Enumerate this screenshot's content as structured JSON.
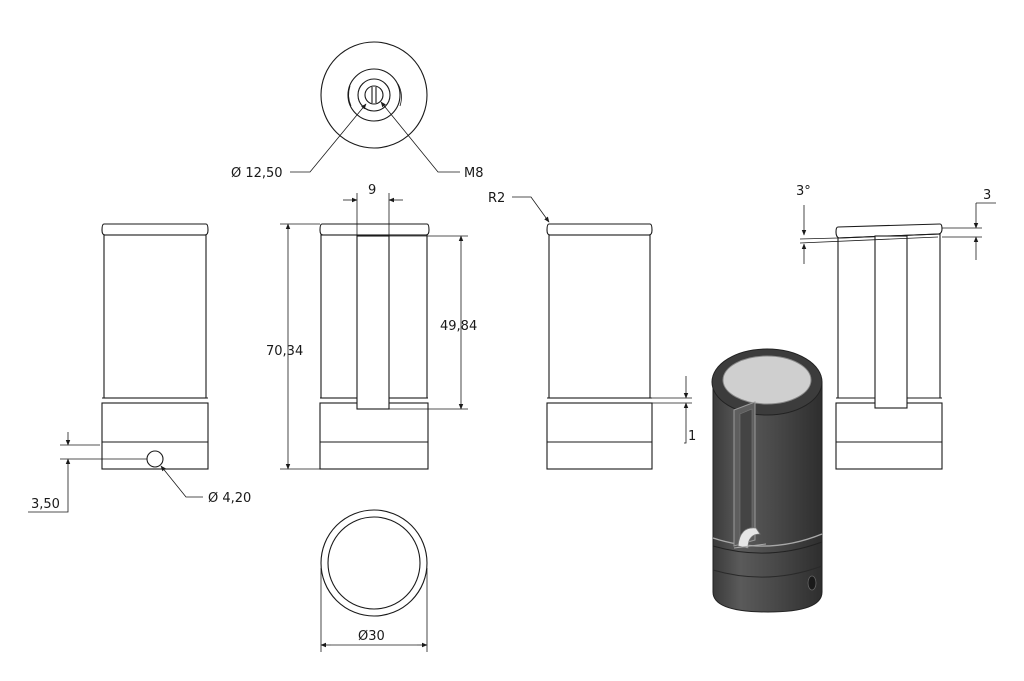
{
  "dimensions": {
    "hole_diameter": "Ø 12,50",
    "thread": "M8",
    "slot_width": "9",
    "total_height": "70,34",
    "slot_length": "49,84",
    "fillet_radius": "R2",
    "angle": "3°",
    "chamfer_depth": "3",
    "step_height": "1",
    "side_hole_offset": "3,50",
    "side_hole_diameter": "Ø 4,20",
    "outer_diameter": "Ø30"
  },
  "colors": {
    "line": "#1a1a1a",
    "solid_body": "#4a4a4a",
    "solid_top": "#cfcfcf"
  }
}
